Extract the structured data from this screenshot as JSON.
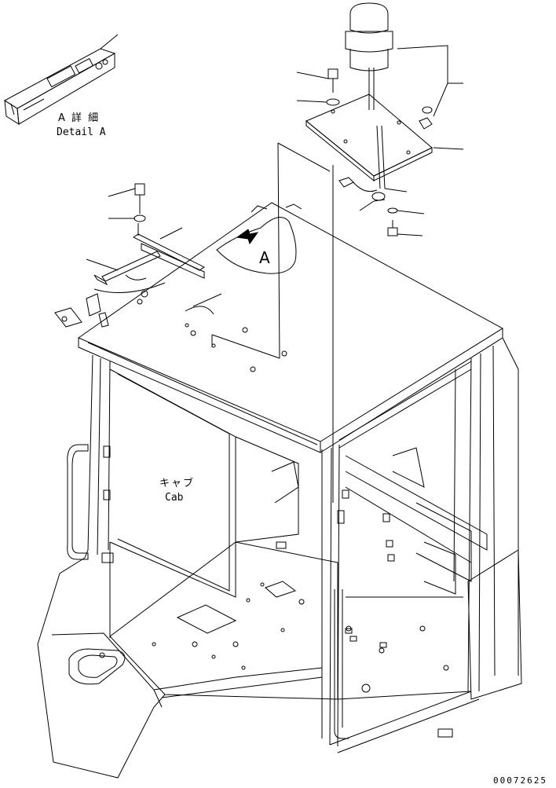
{
  "detail": {
    "label_jp": "A 詳 細",
    "label_en": "Detail A"
  },
  "cab": {
    "label_jp": "キャブ",
    "label_en": "Cab"
  },
  "callout": {
    "letter": "A"
  },
  "drawing_number": "00072625"
}
